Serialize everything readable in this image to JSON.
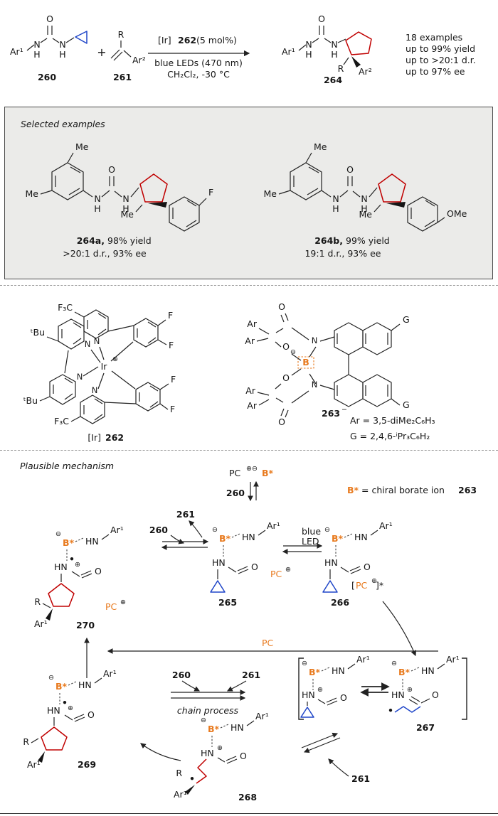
{
  "colors": {
    "red": "#c00000",
    "blue": "#1f45c8",
    "orange": "#e87a1e",
    "box_bg": "#ebebe9"
  },
  "reaction": {
    "r260": {
      "ar": "Ar¹",
      "n1": "N",
      "h1": "H",
      "o": "O",
      "n2": "N",
      "h2": "H",
      "num": "260"
    },
    "plus": "+",
    "r261": {
      "r": "R",
      "ar": "Ar²",
      "num": "261"
    },
    "cond": {
      "pre": "[Ir]",
      "num": "262",
      "post": "(5 mol%)",
      "line2": "blue LEDs (470 nm)",
      "line3": "CH₂Cl₂, -30 °C"
    },
    "p264": {
      "ar": "Ar¹",
      "n1": "N",
      "h1": "H",
      "o": "O",
      "n2": "N",
      "h2": "H",
      "r": "R",
      "ar2": "Ar²",
      "num": "264"
    },
    "results": {
      "l1": "18 examples",
      "l2": "up to 99% yield",
      "l3": "up to >20:1 d.r.",
      "l4": "up to 97% ee"
    }
  },
  "examples": {
    "title": "Selected examples",
    "a": {
      "me1": "Me",
      "me2": "Me",
      "meq": "Me",
      "n1": "N",
      "h1": "H",
      "o": "O",
      "n2": "N",
      "h2": "H",
      "sub": "F",
      "cap1_num": "264a,",
      "cap1_rest": "98% yield",
      "cap2": ">20:1 d.r., 93% ee"
    },
    "b": {
      "me1": "Me",
      "me2": "Me",
      "meq": "Me",
      "n1": "N",
      "h1": "H",
      "o": "O",
      "n2": "N",
      "h2": "H",
      "sub": "OMe",
      "cap1_num": "264b,",
      "cap1_rest": "99% yield",
      "cap2": "19:1 d.r., 93% ee"
    }
  },
  "catalysts": {
    "ir": {
      "cf3a": "F₃C",
      "cf3b": "F₃C",
      "tbua": "ᵗBu",
      "tbub": "ᵗBu",
      "n1": "N",
      "n2": "N",
      "n3": "N",
      "n4": "N",
      "metal": "Ir",
      "plus": "⊕",
      "f1": "F",
      "f2": "F",
      "f3": "F",
      "f4": "F",
      "label_pre": "[Ir]",
      "label_num": "262"
    },
    "borate": {
      "ar1": "Ar",
      "ar2": "Ar",
      "ar3": "Ar",
      "ar4": "Ar",
      "o1": "O",
      "o2": "O",
      "oc1": "O",
      "oc2": "O",
      "b": "B",
      "minus": "⊖",
      "n1": "N",
      "n2": "N",
      "g1": "G",
      "g2": "G",
      "num": "263",
      "num_charge": "−",
      "ar_def": "Ar = 3,5-diMe₂C₆H₃",
      "g_def": "G = 2,4,6-ⁱPr₃C₆H₂"
    }
  },
  "mech": {
    "title": "Plausible mechanism",
    "pc_pair": {
      "pc": "PC",
      "charges": "⊕⊖",
      "b": "B*"
    },
    "top260": "260",
    "legend": {
      "b": "B*",
      "text": "= chiral borate ion",
      "num": "263"
    },
    "rel261": "261",
    "rel260": "260",
    "blue_led": {
      "l1": "blue",
      "l2": "LED"
    },
    "pc_ox": {
      "pc": "PC",
      "charge": "⊕"
    },
    "pc_exc": {
      "open": "[",
      "pc": "PC",
      "charge": "⊕",
      "close": "]*"
    },
    "pc_return": "PC",
    "s265": {
      "minus": "⊖",
      "b": "B*",
      "hn1": "HN",
      "ar": "Ar¹",
      "hn2": "HN",
      "o": "O",
      "num": "265"
    },
    "s266": {
      "minus": "⊖",
      "b": "B*",
      "hn1": "HN",
      "ar": "Ar¹",
      "hn2": "HN",
      "o": "O",
      "num": "266"
    },
    "sbr": {
      "minus": "⊖",
      "b": "B*",
      "hn1": "HN",
      "ar": "Ar¹",
      "hn2": "HN",
      "plus": "⊕",
      "o": "O"
    },
    "s267": {
      "minus": "⊖",
      "b": "B*",
      "hn1": "HN",
      "ar": "Ar¹",
      "hn2": "HN",
      "plus": "⊕",
      "o": "O",
      "rad": "•",
      "num": "267"
    },
    "s268": {
      "minus": "⊖",
      "b": "B*",
      "hn1": "HN",
      "ar": "Ar¹",
      "hn2": "HN",
      "plus": "⊕",
      "o": "O",
      "rad": "•",
      "r": "R",
      "ar2": "Ar¹",
      "num": "268"
    },
    "s269": {
      "minus": "⊖",
      "b": "B*",
      "hn1": "HN",
      "ar": "Ar¹",
      "hn2": "HN",
      "rad": "•",
      "plus": "⊕",
      "o": "O",
      "r": "R",
      "ar2": "Ar¹",
      "num": "269"
    },
    "s270": {
      "minus": "⊖",
      "b": "B*",
      "hn1": "HN",
      "ar": "Ar¹",
      "hn2": "HN",
      "rad": "•",
      "plus": "⊕",
      "o": "O",
      "r": "R",
      "ar2": "Ar¹",
      "pc": "PC",
      "pc_charge": "⊕",
      "num": "270"
    },
    "chain": {
      "n260": "260",
      "n261": "261",
      "label": "chain process"
    },
    "bot261": "261"
  }
}
